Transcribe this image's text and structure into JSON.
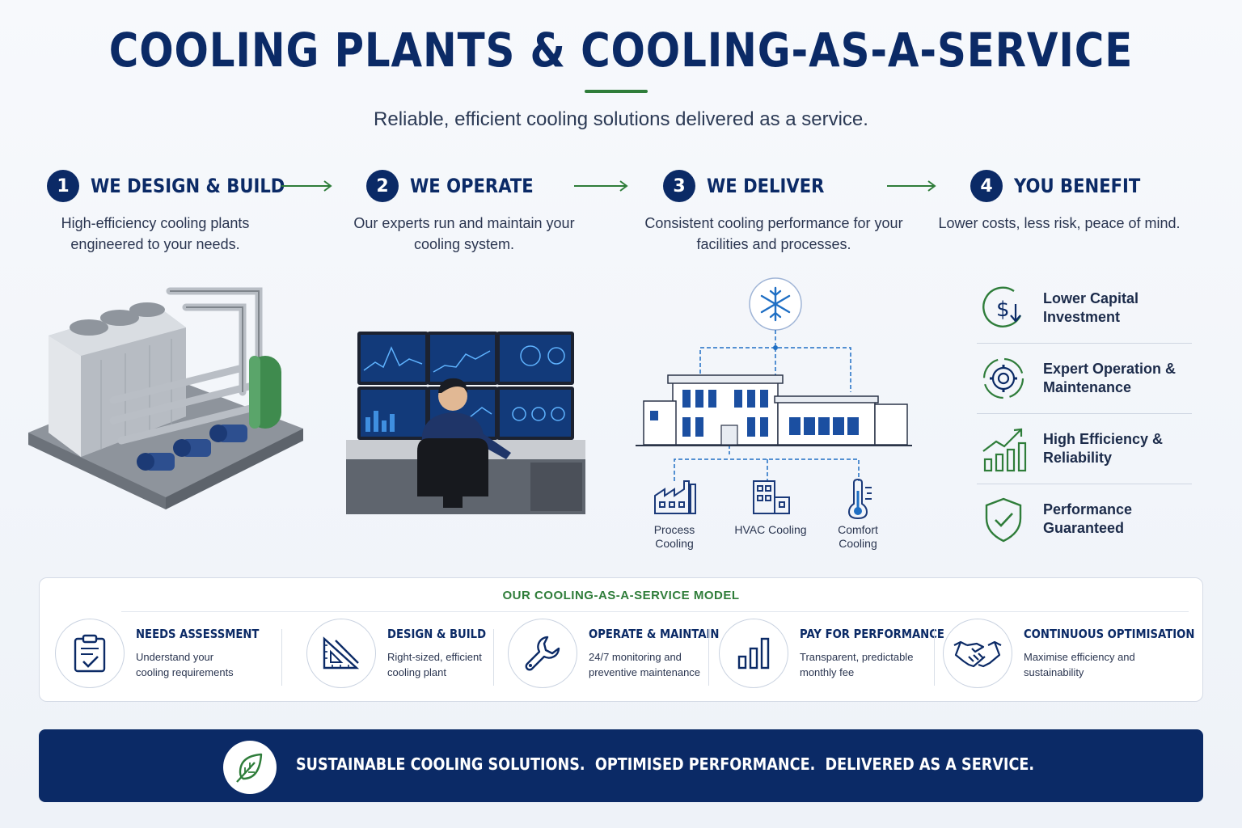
{
  "header": {
    "title": "COOLING PLANTS & COOLING-AS-A-SERVICE",
    "subtitle": "Reliable, efficient cooling solutions delivered as a service."
  },
  "steps": [
    {
      "number": "1",
      "title": "WE DESIGN & BUILD",
      "description": "High-efficiency cooling plants engineered to your needs."
    },
    {
      "number": "2",
      "title": "WE OPERATE",
      "description": "Our experts run and maintain your cooling system."
    },
    {
      "number": "3",
      "title": "WE DELIVER",
      "description": "Consistent cooling performance for your facilities and processes."
    },
    {
      "number": "4",
      "title": "YOU BENEFIT",
      "description": "Lower costs, less risk, peace of mind."
    }
  ],
  "deliver": {
    "uses": [
      {
        "label": "Process Cooling",
        "icon": "factory-icon"
      },
      {
        "label": "HVAC Cooling",
        "icon": "building-icon"
      },
      {
        "label": "Comfort Cooling",
        "icon": "thermometer-icon"
      }
    ]
  },
  "benefits": [
    {
      "label": "Lower Capital Investment",
      "icon": "dollar-down-icon"
    },
    {
      "label": "Expert Operation & Maintenance",
      "icon": "gear-icon"
    },
    {
      "label": "High Efficiency & Reliability",
      "icon": "growth-chart-icon"
    },
    {
      "label": "Performance Guaranteed",
      "icon": "shield-check-icon"
    }
  ],
  "model": {
    "title": "OUR COOLING-AS-A-SERVICE MODEL",
    "items": [
      {
        "title": "NEEDS ASSESSMENT",
        "description": "Understand your cooling requirements",
        "icon": "clipboard-check-icon"
      },
      {
        "title": "DESIGN & BUILD",
        "description": "Right-sized, efficient cooling plant",
        "icon": "set-square-icon"
      },
      {
        "title": "OPERATE & MAINTAIN",
        "description": "24/7 monitoring and preventive maintenance",
        "icon": "wrench-icon"
      },
      {
        "title": "PAY FOR PERFORMANCE",
        "description": "Transparent, predictable monthly fee",
        "icon": "bar-chart-icon"
      },
      {
        "title": "CONTINUOUS OPTIMISATION",
        "description": "Maximise efficiency and sustainability",
        "icon": "handshake-icon"
      }
    ]
  },
  "banner": {
    "text": "SUSTAINABLE COOLING SOLUTIONS.  OPTIMISED PERFORMANCE.  DELIVERED AS A SERVICE.",
    "icon": "leaf-icon"
  },
  "colors": {
    "navy": "#0b2a66",
    "green": "#2f7d3a",
    "blue": "#1f6fc4"
  }
}
